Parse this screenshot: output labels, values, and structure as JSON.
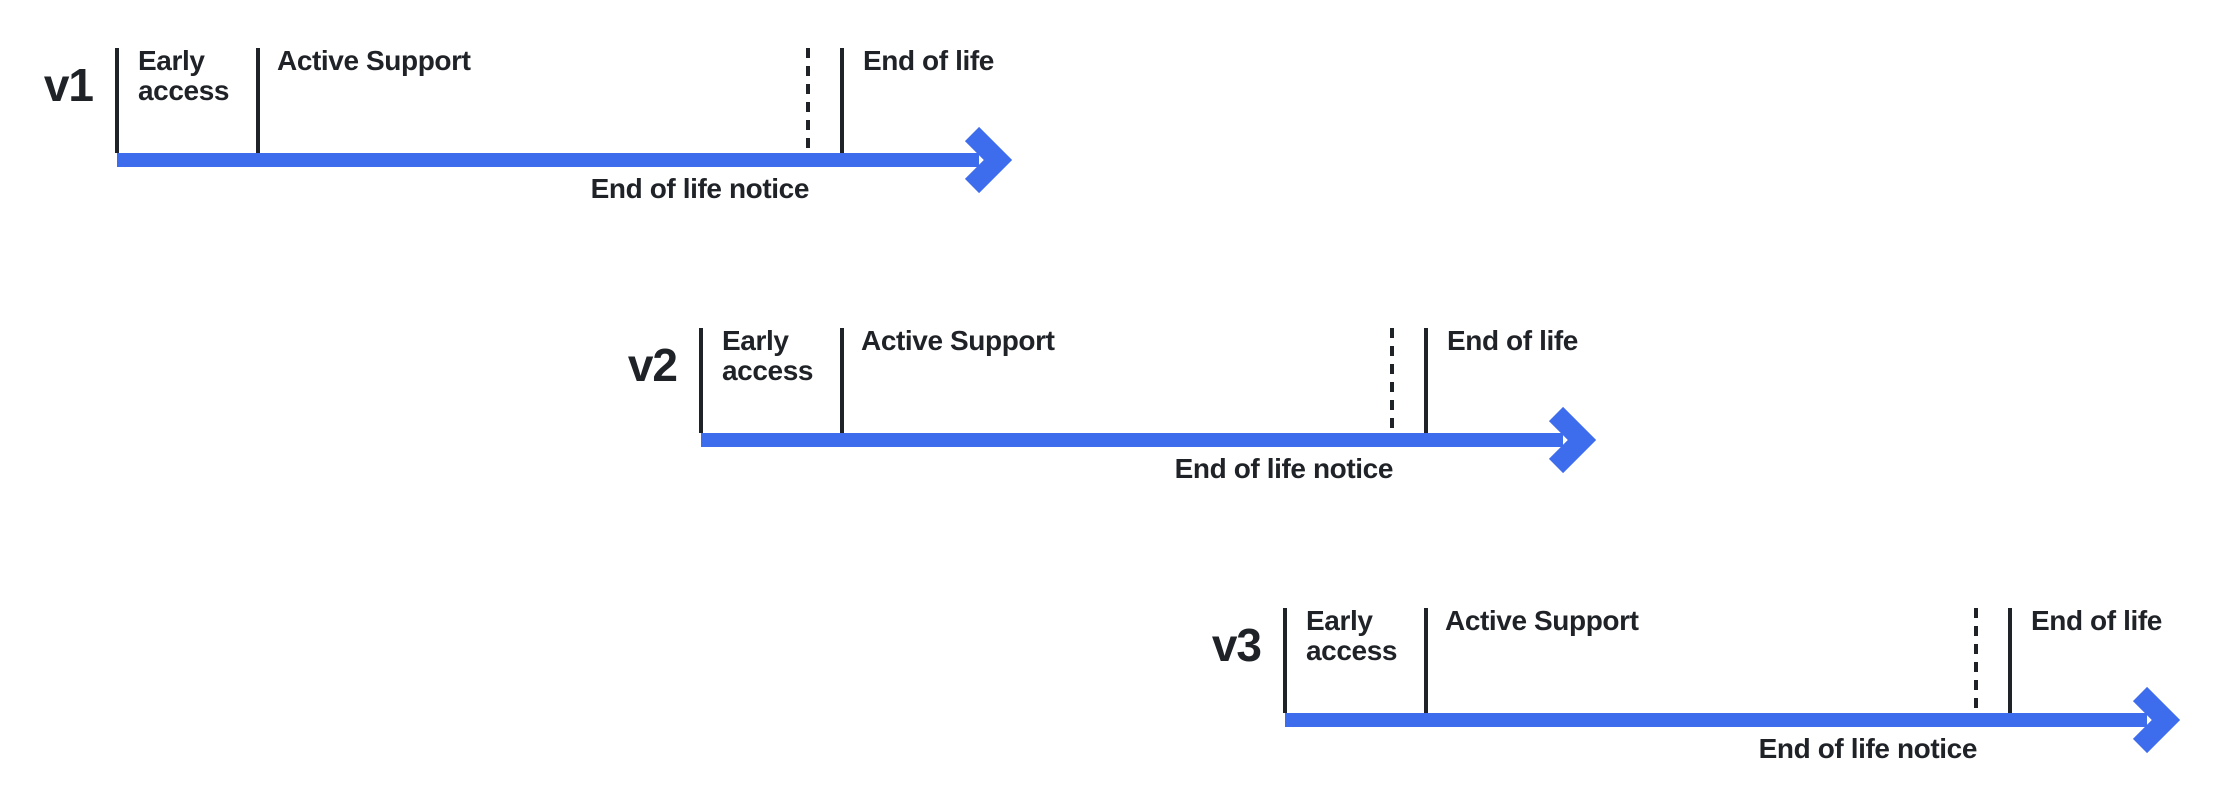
{
  "colors": {
    "arrow_blue": "#3D6CED",
    "ink": "#1F2227",
    "background": "#FFFFFF"
  },
  "rows": [
    {
      "version": "v1",
      "early_access": "Early\naccess",
      "active_support": "Active Support",
      "end_of_life": "End of life",
      "end_of_life_notice": "End of life notice"
    },
    {
      "version": "v2",
      "early_access": "Early\naccess",
      "active_support": "Active Support",
      "end_of_life": "End of life",
      "end_of_life_notice": "End of life notice"
    },
    {
      "version": "v3",
      "early_access": "Early\naccess",
      "active_support": "Active Support",
      "end_of_life": "End of life",
      "end_of_life_notice": "End of life notice"
    }
  ]
}
